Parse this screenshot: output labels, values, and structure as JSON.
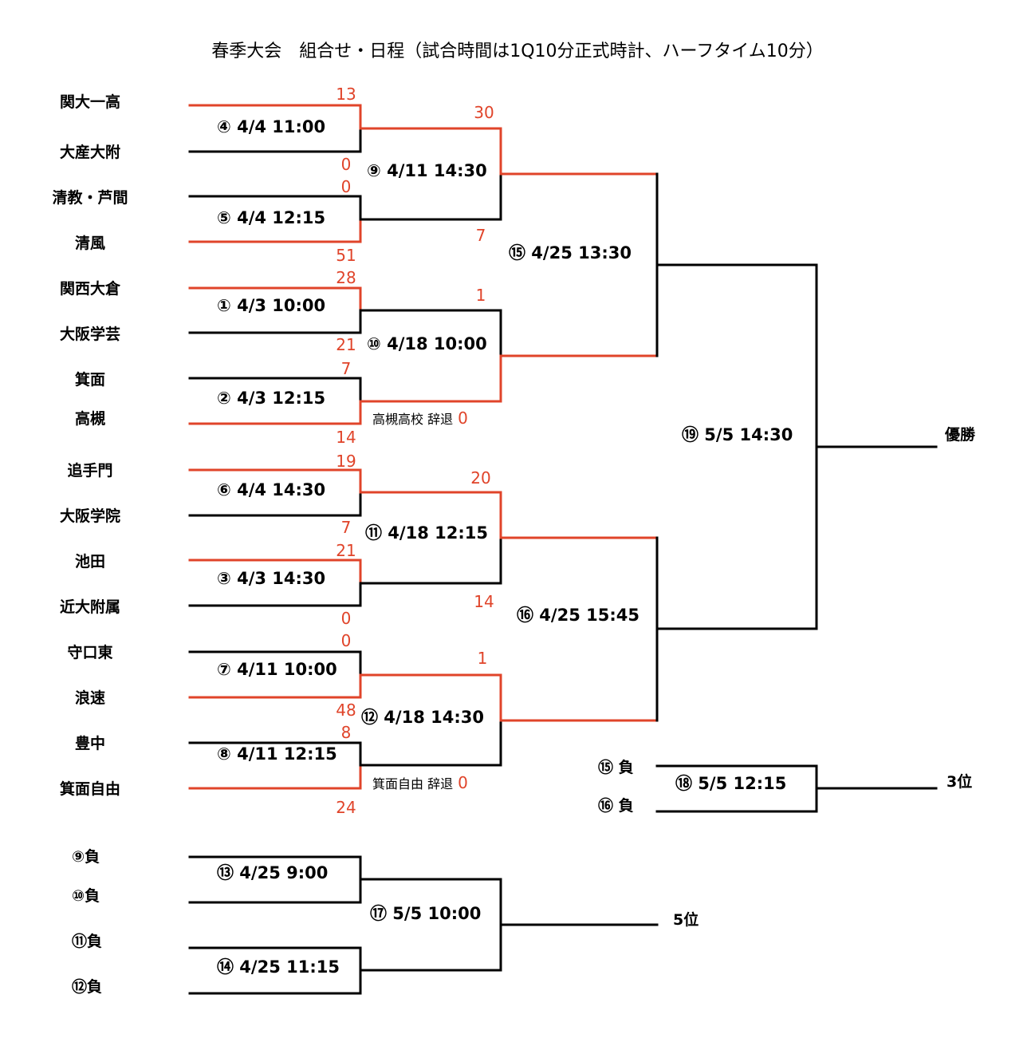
{
  "title": "春季大会　組合せ・日程（試合時間は1Q10分正式時計、ハーフタイム10分）",
  "colors": {
    "win": "#e0442a",
    "line": "#000000"
  },
  "teams": [
    "関大一高",
    "大産大附",
    "清教・芦間",
    "清風",
    "関西大倉",
    "大阪学芸",
    "箕面",
    "高槻",
    "追手門",
    "大阪学院",
    "池田",
    "近大附属",
    "守口東",
    "浪速",
    "豊中",
    "箕面自由"
  ],
  "matches": {
    "m4": "④ 4/4 11:00",
    "m5": "⑤ 4/4 12:15",
    "m1": "① 4/3 10:00",
    "m2": "② 4/3 12:15",
    "m6": "⑥ 4/4 14:30",
    "m3": "③ 4/3 14:30",
    "m7": "⑦ 4/11 10:00",
    "m8": "⑧ 4/11 12:15",
    "m9": "⑨ 4/11 14:30",
    "m10": "⑩ 4/18 10:00",
    "m11": "⑪ 4/18 12:15",
    "m12": "⑫ 4/18 14:30",
    "m15": "⑮ 4/25 13:30",
    "m16": "⑯ 4/25 15:45",
    "m19": "⑲ 5/5 14:30",
    "m18": "⑱ 5/5 12:15",
    "m13": "⑬ 4/25 9:00",
    "m14": "⑭ 4/25 11:15",
    "m17": "⑰ 5/5 10:00"
  },
  "scores": {
    "m4": [
      "13",
      "0"
    ],
    "m5": [
      "0",
      "51"
    ],
    "m1": [
      "28",
      "21"
    ],
    "m2": [
      "7",
      "14"
    ],
    "m6": [
      "19",
      "7"
    ],
    "m3": [
      "21",
      "0"
    ],
    "m7": [
      "0",
      "48"
    ],
    "m8": [
      "8",
      "24"
    ],
    "m9": [
      "30",
      "7"
    ],
    "m10": [
      "1"
    ],
    "m11": [
      "20",
      "14"
    ],
    "m12": [
      "1"
    ]
  },
  "withdrawals": {
    "m10": {
      "text": "高槻高校 辞退",
      "score": "0"
    },
    "m12": {
      "text": "箕面自由 辞退",
      "score": "0"
    }
  },
  "labels": {
    "champion": "優勝",
    "third": "3位",
    "fifth": "5位",
    "loser15": "⑮ 負",
    "loser16": "⑯ 負",
    "loser9": "⑨負",
    "loser10": "⑩負",
    "loser11": "⑪負",
    "loser12": "⑫負"
  }
}
